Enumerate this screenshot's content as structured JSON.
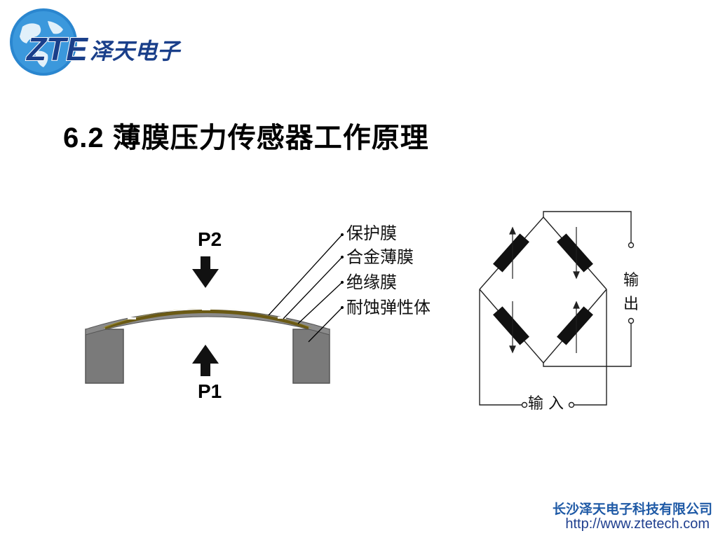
{
  "logo": {
    "mark": "ZTE",
    "name": "泽天电子",
    "icon": "globe-icon",
    "colors": {
      "globe": "#2a86cf",
      "mark": "#1a3f8a"
    }
  },
  "title": "6.2 薄膜压力传感器工作原理",
  "sensor": {
    "p2": "P2",
    "p1": "P1",
    "layers": [
      "保护膜",
      "合金薄膜",
      "绝缘膜",
      "耐蚀弹性体"
    ],
    "colors": {
      "base": "#7a7a7a",
      "film": "#7a6a1a",
      "leader": "#000000"
    }
  },
  "bridge": {
    "output": "输出",
    "input": "输 入"
  },
  "footer": {
    "company": "长沙泽天电子科技有限公司",
    "url": "http://www.ztetech.com",
    "color": "#1f5aa6"
  }
}
